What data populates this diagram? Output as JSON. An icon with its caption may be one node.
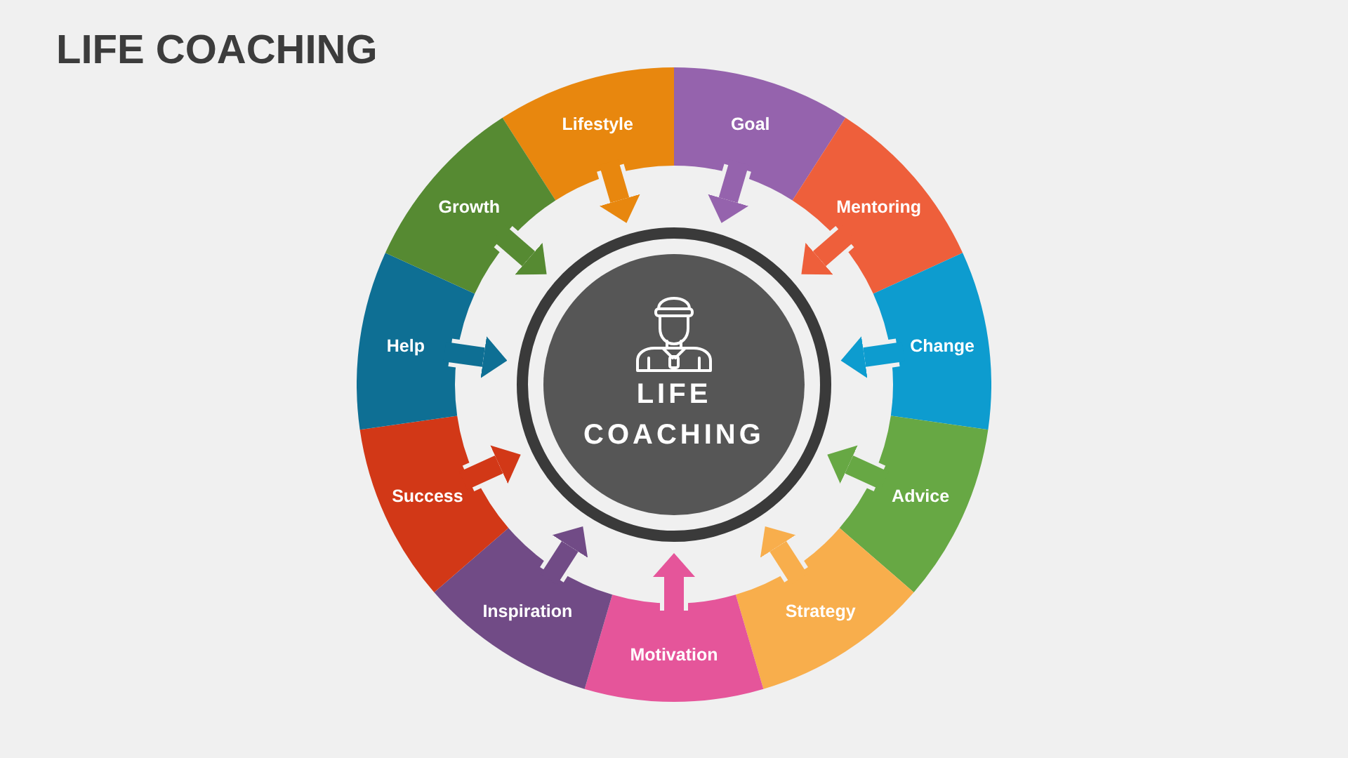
{
  "diagram": {
    "title": "LIFE COACHING",
    "nodes": [
      {
        "text": [
          "Lifestyle"
        ]
      },
      {
        "text": [
          "Goal"
        ]
      },
      {
        "text": [
          "Mentoring"
        ]
      },
      {
        "text": [
          "Change"
        ]
      },
      {
        "text": [
          "Advice"
        ]
      },
      {
        "text": [
          "Strategy"
        ]
      },
      {
        "text": [
          "Motivation"
        ]
      },
      {
        "text": [
          "Inspiration"
        ]
      },
      {
        "text": [
          "Success"
        ]
      },
      {
        "text": [
          "Help"
        ]
      },
      {
        "text": [
          "Growth"
        ]
      },
      {
        "text": [
          "LIFE COACHING"
        ]
      }
    ],
    "edges": [
      {
        "from": 0,
        "to": 11,
        "arrow": "to",
        "color": "#e8870e"
      },
      {
        "from": 1,
        "to": 11,
        "arrow": "to",
        "color": "#9563ad"
      },
      {
        "from": 2,
        "to": 11,
        "arrow": "to",
        "color": "#ee5f3b"
      },
      {
        "from": 3,
        "to": 11,
        "arrow": "to",
        "color": "#0d9ccf"
      },
      {
        "from": 4,
        "to": 11,
        "arrow": "to",
        "color": "#67a844"
      },
      {
        "from": 5,
        "to": 11,
        "arrow": "to",
        "color": "#f8ae4c"
      },
      {
        "from": 6,
        "to": 11,
        "arrow": "to",
        "color": "#e5559a"
      },
      {
        "from": 7,
        "to": 11,
        "arrow": "to",
        "color": "#714b86"
      },
      {
        "from": 8,
        "to": 11,
        "arrow": "to",
        "color": "#d23817"
      },
      {
        "from": 9,
        "to": 11,
        "arrow": "to",
        "color": "#0e6f94"
      },
      {
        "from": 10,
        "to": 11,
        "arrow": "to",
        "color": "#568a32"
      }
    ]
  }
}
